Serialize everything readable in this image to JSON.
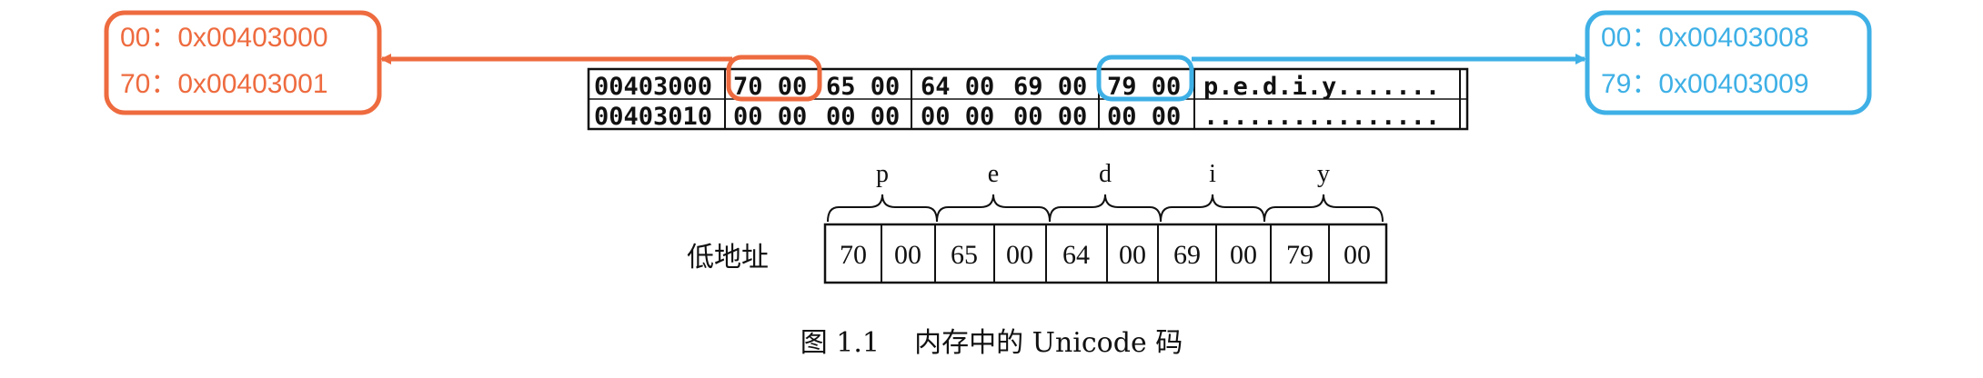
{
  "callouts": {
    "left": {
      "line1": "00：0x00403000",
      "line2": "70：0x00403001",
      "color": "#ee6b3f"
    },
    "right": {
      "line1": "00：0x00403008",
      "line2": "79：0x00403009",
      "color": "#3eb0e6"
    }
  },
  "hex_dump": {
    "rows": [
      {
        "address": "00403000",
        "groups": [
          "70 00",
          "65 00",
          "64 00",
          "69 00",
          "79 00"
        ],
        "ascii": "p.e.d.i.y......."
      },
      {
        "address": "00403010",
        "groups": [
          "00 00",
          "00 00",
          "00 00",
          "00 00",
          "00 00"
        ],
        "ascii": "................"
      }
    ]
  },
  "diagram": {
    "chars": [
      "p",
      "e",
      "d",
      "i",
      "y"
    ],
    "row_label": "低地址",
    "cells": [
      "70",
      "00",
      "65",
      "00",
      "64",
      "00",
      "69",
      "00",
      "79",
      "00"
    ]
  },
  "caption": "图 1.1    内存中的 Unicode 码"
}
